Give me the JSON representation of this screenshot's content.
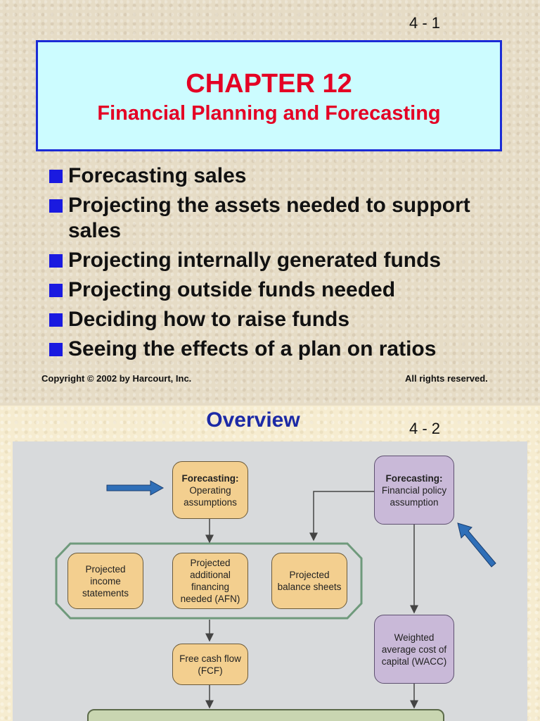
{
  "slide1": {
    "number": "4 - 1",
    "chapter": "CHAPTER 12",
    "subtitle": "Financial Planning and Forecasting",
    "bullets": [
      "Forecasting sales",
      "Projecting the assets needed to support sales",
      "Projecting internally generated funds",
      "Projecting outside funds needed",
      "Deciding how to raise funds",
      "Seeing the effects of a plan on ratios"
    ],
    "copyright": "Copyright © 2002 by Harcourt, Inc.",
    "rights": "All rights reserved."
  },
  "slide2": {
    "title": "Overview",
    "number": "4 - 2",
    "nodes": {
      "operating": {
        "bold": "Forecasting:",
        "rest": "Operating assumptions"
      },
      "financial": {
        "bold": "Forecasting:",
        "rest": "Financial policy assumption"
      },
      "income": {
        "text": "Projected income statements"
      },
      "afn": {
        "text": "Projected additional financing needed (AFN)"
      },
      "balance": {
        "text": "Projected balance sheets"
      },
      "fcf": {
        "text": "Free cash flow (FCF)"
      },
      "wacc": {
        "text": "Weighted average cost of capital (WACC)"
      }
    },
    "colors": {
      "orange_node": "#f3cf8f",
      "purple_node": "#c9b9d8",
      "arrow_blue": "#2f6fb8",
      "group_border": "#6f9a7c"
    }
  }
}
